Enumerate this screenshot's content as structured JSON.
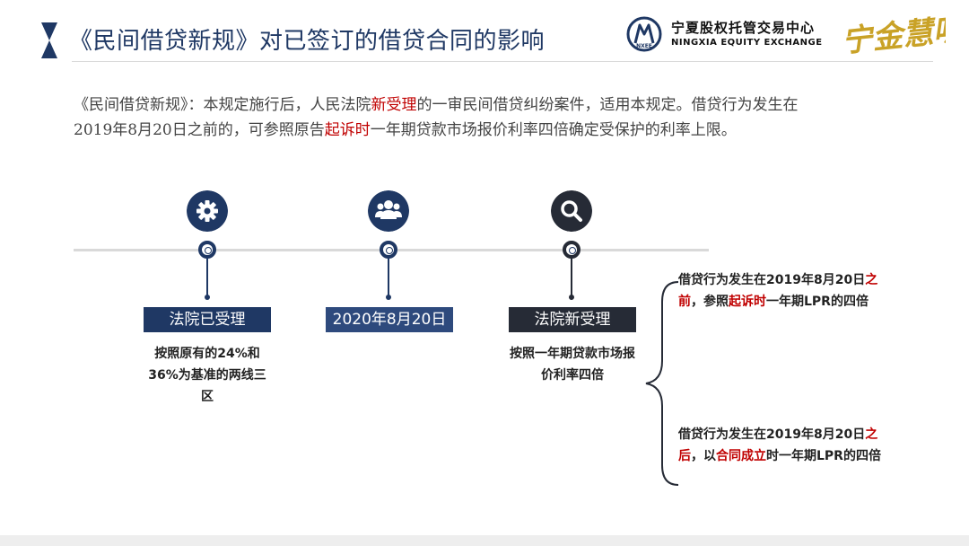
{
  "header": {
    "title": "《民间借贷新规》对已签订的借贷合同的影响",
    "logo_cn": "宁夏股权托管交易中心",
    "logo_en": "NINGXIA EQUITY EXCHANGE",
    "logo_emblem_text": "NXEE",
    "calligraphy": "宁金慧听"
  },
  "intro": {
    "part1": "《民间借贷新规》：本规定施行后，人民法院",
    "highlight1": "新受理",
    "part2": "的一审民间借贷纠纷案件，适用本规定。借贷行为发生在2019年8月20日之前的，可参照原告",
    "highlight2": "起诉时",
    "part3": "一年期贷款市场报价利率四倍确定受保护的利率上限。"
  },
  "timeline": {
    "stage1": {
      "icon": "gear-icon",
      "label": "法院已受理",
      "desc": "按照原有的24%和36%为基准的两线三区"
    },
    "stage2": {
      "icon": "users-icon",
      "label": "2020年8月20日"
    },
    "stage3": {
      "icon": "search-icon",
      "label": "法院新受理",
      "desc": "按照一年期贷款市场报价利率四倍"
    }
  },
  "branches": {
    "before": {
      "p1": "借贷行为发生在2019年8月20日",
      "hl1": "之前",
      "p2": "，参照",
      "hl2": "起诉时",
      "p3": "一年期LPR的四倍"
    },
    "after": {
      "p1": "借贷行为发生在2019年8月20日",
      "hl1": "之后",
      "p2": "，以",
      "hl2": "合同成立",
      "p3": "时一年期LPR的四倍"
    }
  },
  "colors": {
    "navy": "#1f3864",
    "dark": "#262b36",
    "red": "#c00000",
    "gold": "#c9a227"
  }
}
